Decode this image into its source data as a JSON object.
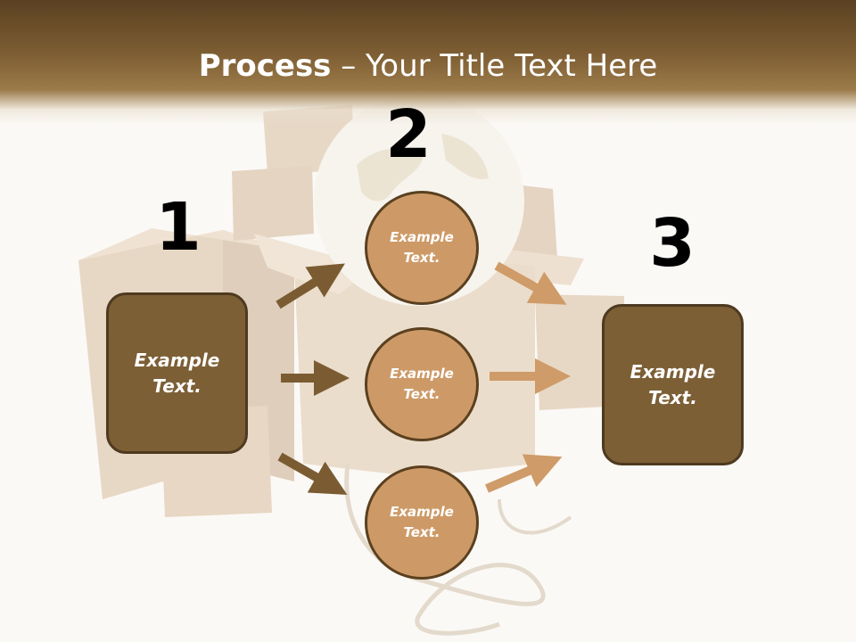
{
  "title": {
    "bold": "Process",
    "rest": " – Your Title Text Here"
  },
  "steps": [
    {
      "number": "1",
      "label": "Example Text."
    },
    {
      "number": "2",
      "label": "Example Text."
    },
    {
      "number": "3",
      "label": "Example Text."
    }
  ],
  "circles": [
    {
      "label": "Example Text."
    },
    {
      "label": "Example Text."
    },
    {
      "label": "Example Text."
    }
  ],
  "colors": {
    "header": "#7f5f34",
    "box_fill": "#7d5f36",
    "circle_fill": "#cd9a67",
    "dark_arrow": "#7b5c32",
    "light_arrow": "#cf9b68"
  }
}
